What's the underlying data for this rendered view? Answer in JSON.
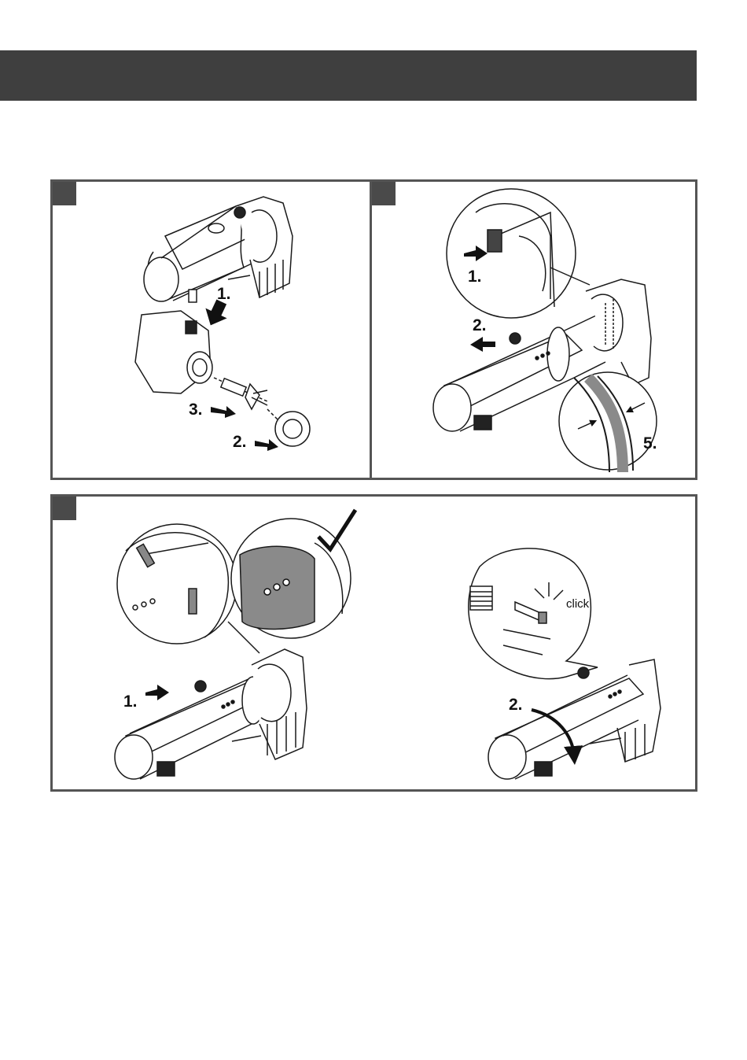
{
  "figures": [
    {
      "id": "a",
      "steps": [
        "1.",
        "2.",
        "3."
      ]
    },
    {
      "id": "b",
      "steps": [
        "1.",
        "2.",
        "5."
      ]
    },
    {
      "id": "c",
      "steps": [
        "1.",
        "2."
      ],
      "callout": "click"
    }
  ],
  "colors": {
    "header": "#3f3f3f",
    "frame": "#555555",
    "tag": "#4a4a4a",
    "line": "#1a1a1a",
    "shade": "#8a8a8a"
  }
}
